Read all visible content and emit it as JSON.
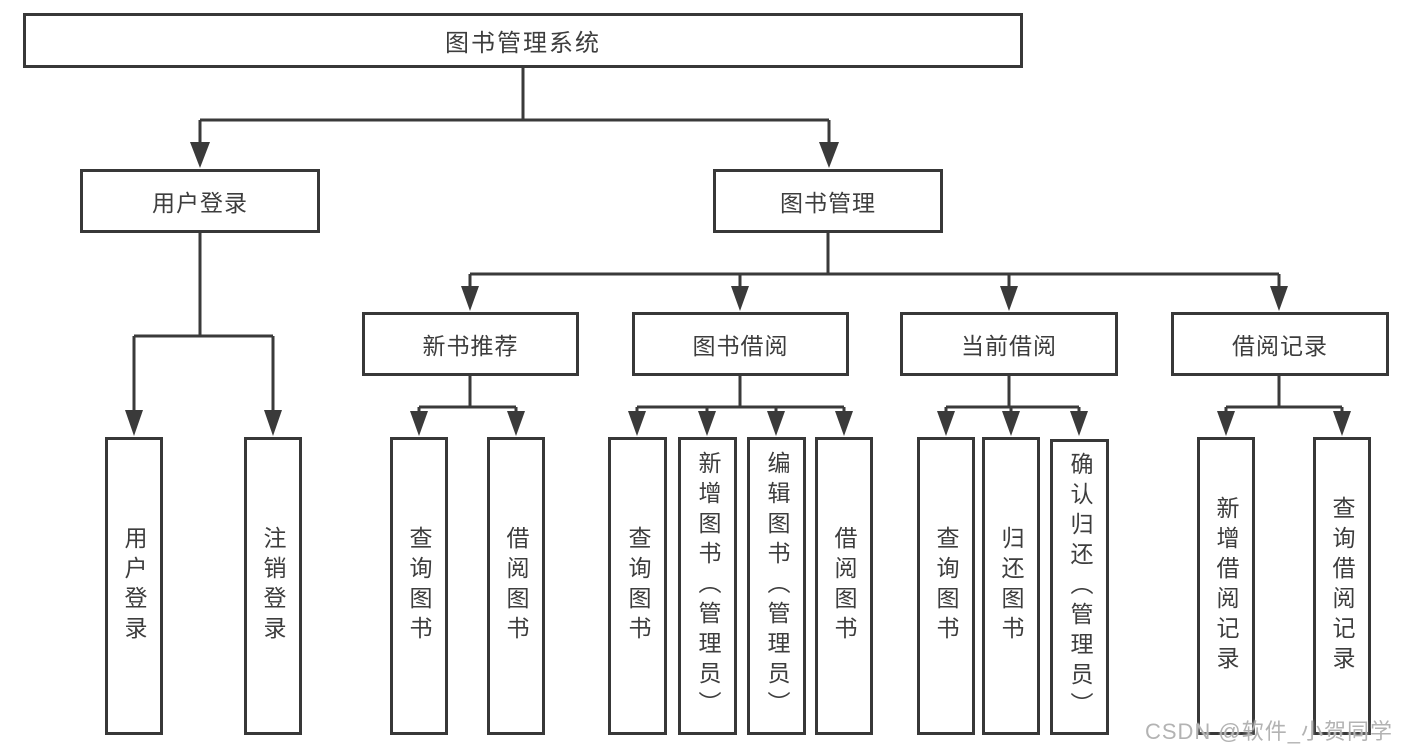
{
  "tree": {
    "root": {
      "label": "图书管理系统",
      "children": [
        {
          "label": "用户登录",
          "children": [
            {
              "label": "用户登录"
            },
            {
              "label": "注销登录"
            }
          ]
        },
        {
          "label": "图书管理",
          "children": [
            {
              "label": "新书推荐",
              "children": [
                {
                  "label": "查询图书"
                },
                {
                  "label": "借阅图书"
                }
              ]
            },
            {
              "label": "图书借阅",
              "children": [
                {
                  "label": "查询图书"
                },
                {
                  "label": "新增图书（管理员）"
                },
                {
                  "label": "编辑图书（管理员）"
                },
                {
                  "label": "借阅图书"
                }
              ]
            },
            {
              "label": "当前借阅",
              "children": [
                {
                  "label": "查询图书"
                },
                {
                  "label": "归还图书"
                },
                {
                  "label": "确认归还（管理员）"
                }
              ]
            },
            {
              "label": "借阅记录",
              "children": [
                {
                  "label": "新增借阅记录"
                },
                {
                  "label": "查询借阅记录"
                }
              ]
            }
          ]
        }
      ]
    }
  },
  "watermark": {
    "text": "CSDN @软件_小贺同学"
  },
  "colors": {
    "line": "#3a3a3a",
    "box_border": "#383838",
    "text": "#3d3d3d",
    "watermark": "#b3b3b3",
    "background": "#ffffff"
  }
}
